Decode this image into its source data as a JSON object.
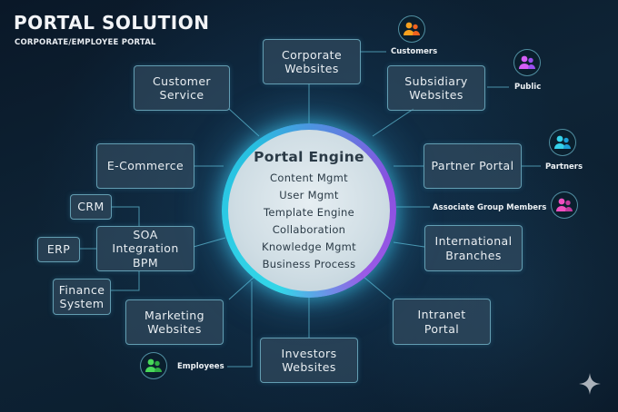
{
  "header": {
    "title": "PORTAL SOLUTION",
    "subtitle": "CORPORATE/EMPLOYEE PORTAL"
  },
  "engine": {
    "title": "Portal Engine",
    "items": [
      "Content Mgmt",
      "User Mgmt",
      "Template Engine",
      "Collaboration",
      "Knowledge Mgmt",
      "Business Process"
    ]
  },
  "nodes": {
    "corporate_websites": "Corporate\nWebsites",
    "customer_service": "Customer\nService",
    "subsidiary_websites": "Subsidiary\nWebsites",
    "e_commerce": "E-Commerce",
    "partner_portal": "Partner Portal",
    "soa": "SOA\nIntegration\nBPM",
    "crm": "CRM",
    "erp": "ERP",
    "finance_system": "Finance\nSystem",
    "international_branches": "International\nBranches",
    "marketing_websites": "Marketing\nWebsites",
    "intranet_portal": "Intranet\nPortal",
    "investors_websites": "Investors\nWebsites"
  },
  "personas": {
    "customers": {
      "label": "Customers",
      "color": "#f7931e",
      "icon": "users-icon"
    },
    "public": {
      "label": "Public",
      "color": "#c54bf0",
      "icon": "users-icon"
    },
    "partners": {
      "label": "Partners",
      "color": "#2ec4e6",
      "icon": "users-icon"
    },
    "associate": {
      "label": "Associate Group Members",
      "color": "#e83fb0",
      "icon": "users-icon"
    },
    "employees": {
      "label": "Employees",
      "color": "#3ccf4e",
      "icon": "users-icon"
    }
  },
  "colors": {
    "background": "#0b1a2a",
    "line": "#5fb8d0",
    "ring_cyan": "#33d6e8",
    "ring_purple": "#9a5ae6"
  }
}
